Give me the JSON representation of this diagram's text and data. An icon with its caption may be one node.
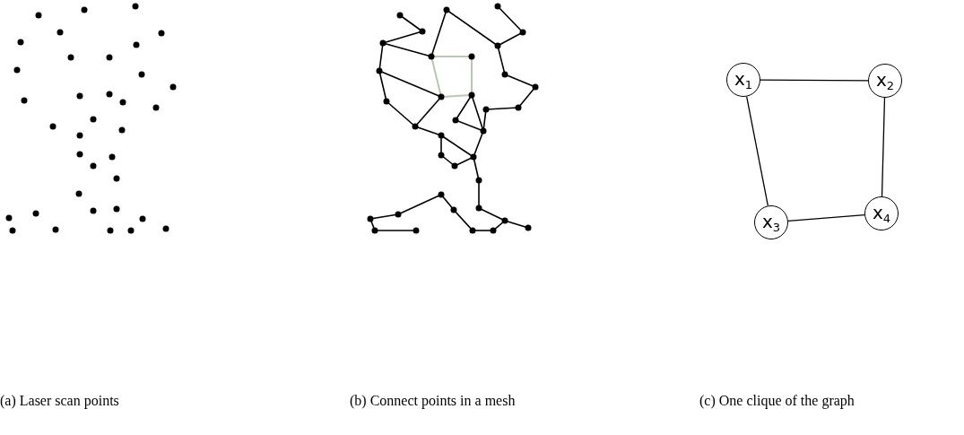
{
  "diagram": {
    "nodes": [
      {
        "text": [
          "x$_{1}$"
        ]
      },
      {
        "text": [
          "x$_{2}$"
        ]
      },
      {
        "text": [
          "x$_{3}$"
        ]
      },
      {
        "text": [
          "x$_{4}$"
        ]
      }
    ],
    "edges": [
      {
        "from": 0,
        "to": 1,
        "arrow": "none"
      },
      {
        "from": 1,
        "to": 3,
        "arrow": "none"
      },
      {
        "from": 3,
        "to": 2,
        "arrow": "none"
      },
      {
        "from": 0,
        "to": 2,
        "arrow": "none"
      }
    ],
    "labels": [
      "(a) Laser scan points",
      "(b) Connect points in a mesh",
      "(c) One clique of the graph"
    ]
  }
}
